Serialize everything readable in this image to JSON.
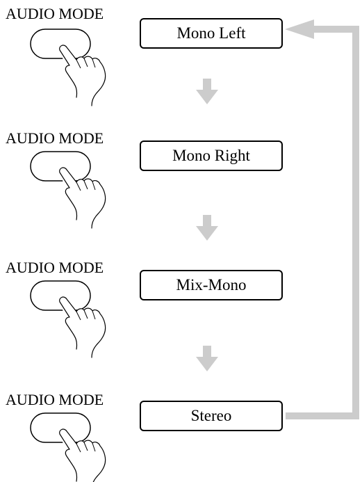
{
  "steps": [
    {
      "button_label": "AUDIO MODE",
      "mode": "Mono Left"
    },
    {
      "button_label": "AUDIO MODE",
      "mode": "Mono Right"
    },
    {
      "button_label": "AUDIO MODE",
      "mode": "Mix-Mono"
    },
    {
      "button_label": "AUDIO MODE",
      "mode": "Stereo"
    }
  ],
  "colors": {
    "arrow": "#cccccc",
    "outline": "#000000"
  }
}
